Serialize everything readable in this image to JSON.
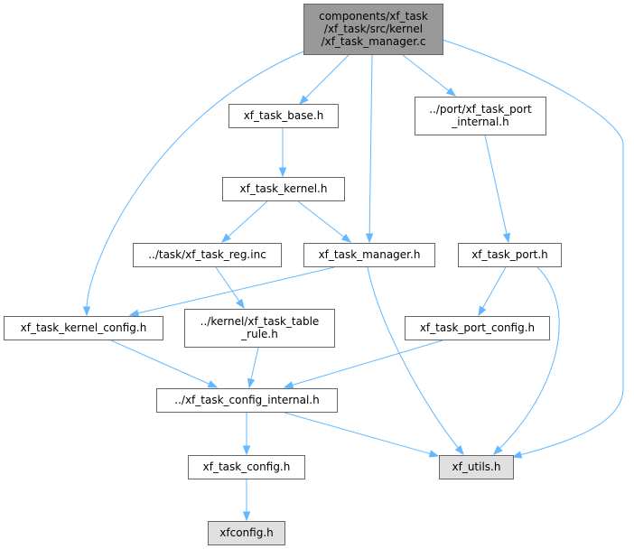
{
  "graph": {
    "colors": {
      "edge": "#63b8ff",
      "border": "#666666",
      "root_fill": "#999999",
      "external_fill": "#e0e0e0",
      "default_fill": "#ffffff"
    },
    "nodes": [
      {
        "id": "root",
        "kind": "root",
        "lines": [
          "components/xf_task",
          "/xf_task/src/kernel",
          "/xf_task_manager.c"
        ]
      },
      {
        "id": "task_base",
        "kind": "default",
        "lines": [
          "xf_task_base.h"
        ]
      },
      {
        "id": "port_internal",
        "kind": "default",
        "lines": [
          "../port/xf_task_port",
          "_internal.h"
        ]
      },
      {
        "id": "task_kernel",
        "kind": "default",
        "lines": [
          "xf_task_kernel.h"
        ]
      },
      {
        "id": "task_reg",
        "kind": "default",
        "lines": [
          "../task/xf_task_reg.inc"
        ]
      },
      {
        "id": "task_manager_h",
        "kind": "default",
        "lines": [
          "xf_task_manager.h"
        ]
      },
      {
        "id": "task_port",
        "kind": "default",
        "lines": [
          "xf_task_port.h"
        ]
      },
      {
        "id": "kernel_config",
        "kind": "default",
        "lines": [
          "xf_task_kernel_config.h"
        ]
      },
      {
        "id": "table_rule",
        "kind": "default",
        "lines": [
          "../kernel/xf_task_table",
          "_rule.h"
        ]
      },
      {
        "id": "port_config",
        "kind": "default",
        "lines": [
          "xf_task_port_config.h"
        ]
      },
      {
        "id": "config_internal",
        "kind": "default",
        "lines": [
          "../xf_task_config_internal.h"
        ]
      },
      {
        "id": "task_config",
        "kind": "default",
        "lines": [
          "xf_task_config.h"
        ]
      },
      {
        "id": "utils",
        "kind": "external",
        "lines": [
          "xf_utils.h"
        ]
      },
      {
        "id": "xfconfig",
        "kind": "external",
        "lines": [
          "xfconfig.h"
        ]
      }
    ],
    "edges": [
      {
        "from": "root",
        "to": "task_base"
      },
      {
        "from": "root",
        "to": "port_internal"
      },
      {
        "from": "root",
        "to": "task_manager_h"
      },
      {
        "from": "root",
        "to": "kernel_config"
      },
      {
        "from": "root",
        "to": "utils"
      },
      {
        "from": "task_base",
        "to": "task_kernel"
      },
      {
        "from": "task_kernel",
        "to": "task_reg"
      },
      {
        "from": "task_kernel",
        "to": "task_manager_h"
      },
      {
        "from": "port_internal",
        "to": "task_port"
      },
      {
        "from": "task_reg",
        "to": "table_rule"
      },
      {
        "from": "task_manager_h",
        "to": "kernel_config"
      },
      {
        "from": "task_manager_h",
        "to": "utils"
      },
      {
        "from": "task_port",
        "to": "port_config"
      },
      {
        "from": "task_port",
        "to": "utils"
      },
      {
        "from": "kernel_config",
        "to": "config_internal"
      },
      {
        "from": "table_rule",
        "to": "config_internal"
      },
      {
        "from": "port_config",
        "to": "config_internal"
      },
      {
        "from": "config_internal",
        "to": "task_config"
      },
      {
        "from": "config_internal",
        "to": "utils"
      },
      {
        "from": "task_config",
        "to": "xfconfig"
      }
    ]
  }
}
